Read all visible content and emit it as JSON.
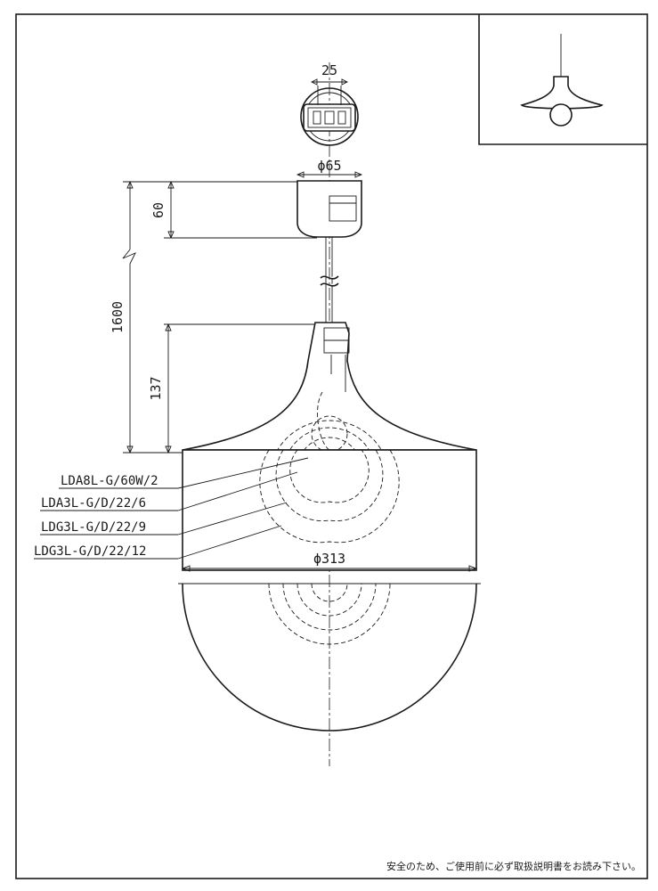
{
  "dimensions": {
    "socket_width": "25",
    "canopy_diameter": "ϕ65",
    "canopy_height": "60",
    "cord_length": "1600",
    "shade_height": "137",
    "shade_diameter": "ϕ313"
  },
  "lamp_models": [
    "LDA8L-G/60W/2",
    "LDA3L-G/D/22/6",
    "LDG3L-G/D/22/9",
    "LDG3L-G/D/22/12"
  ],
  "footer_note": "安全のため、ご使用前に必ず取扱説明書をお読み下さい。"
}
